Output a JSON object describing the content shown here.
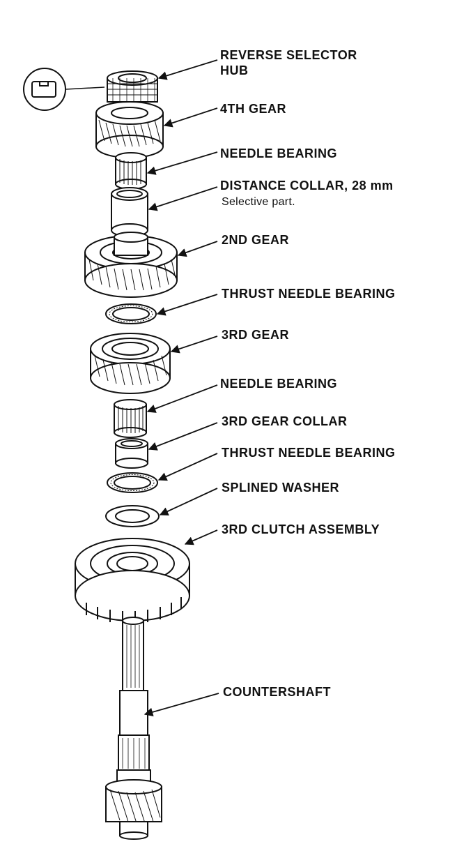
{
  "labels": {
    "reverse_selector_hub": "REVERSE SELECTOR\nHUB",
    "fourth_gear": "4TH GEAR",
    "needle_bearing_1": "NEEDLE BEARING",
    "distance_collar": "DISTANCE COLLAR, 28 mm",
    "distance_collar_note": "Selective part.",
    "second_gear": "2ND GEAR",
    "thrust_needle_bearing_1": "THRUST NEEDLE BEARING",
    "third_gear": "3RD GEAR",
    "needle_bearing_2": "NEEDLE BEARING",
    "third_gear_collar": "3RD GEAR COLLAR",
    "thrust_needle_bearing_2": "THRUST NEEDLE BEARING",
    "splined_washer": "SPLINED WASHER",
    "third_clutch_assembly": "3RD CLUTCH ASSEMBLY",
    "countershaft": "COUNTERSHAFT"
  }
}
